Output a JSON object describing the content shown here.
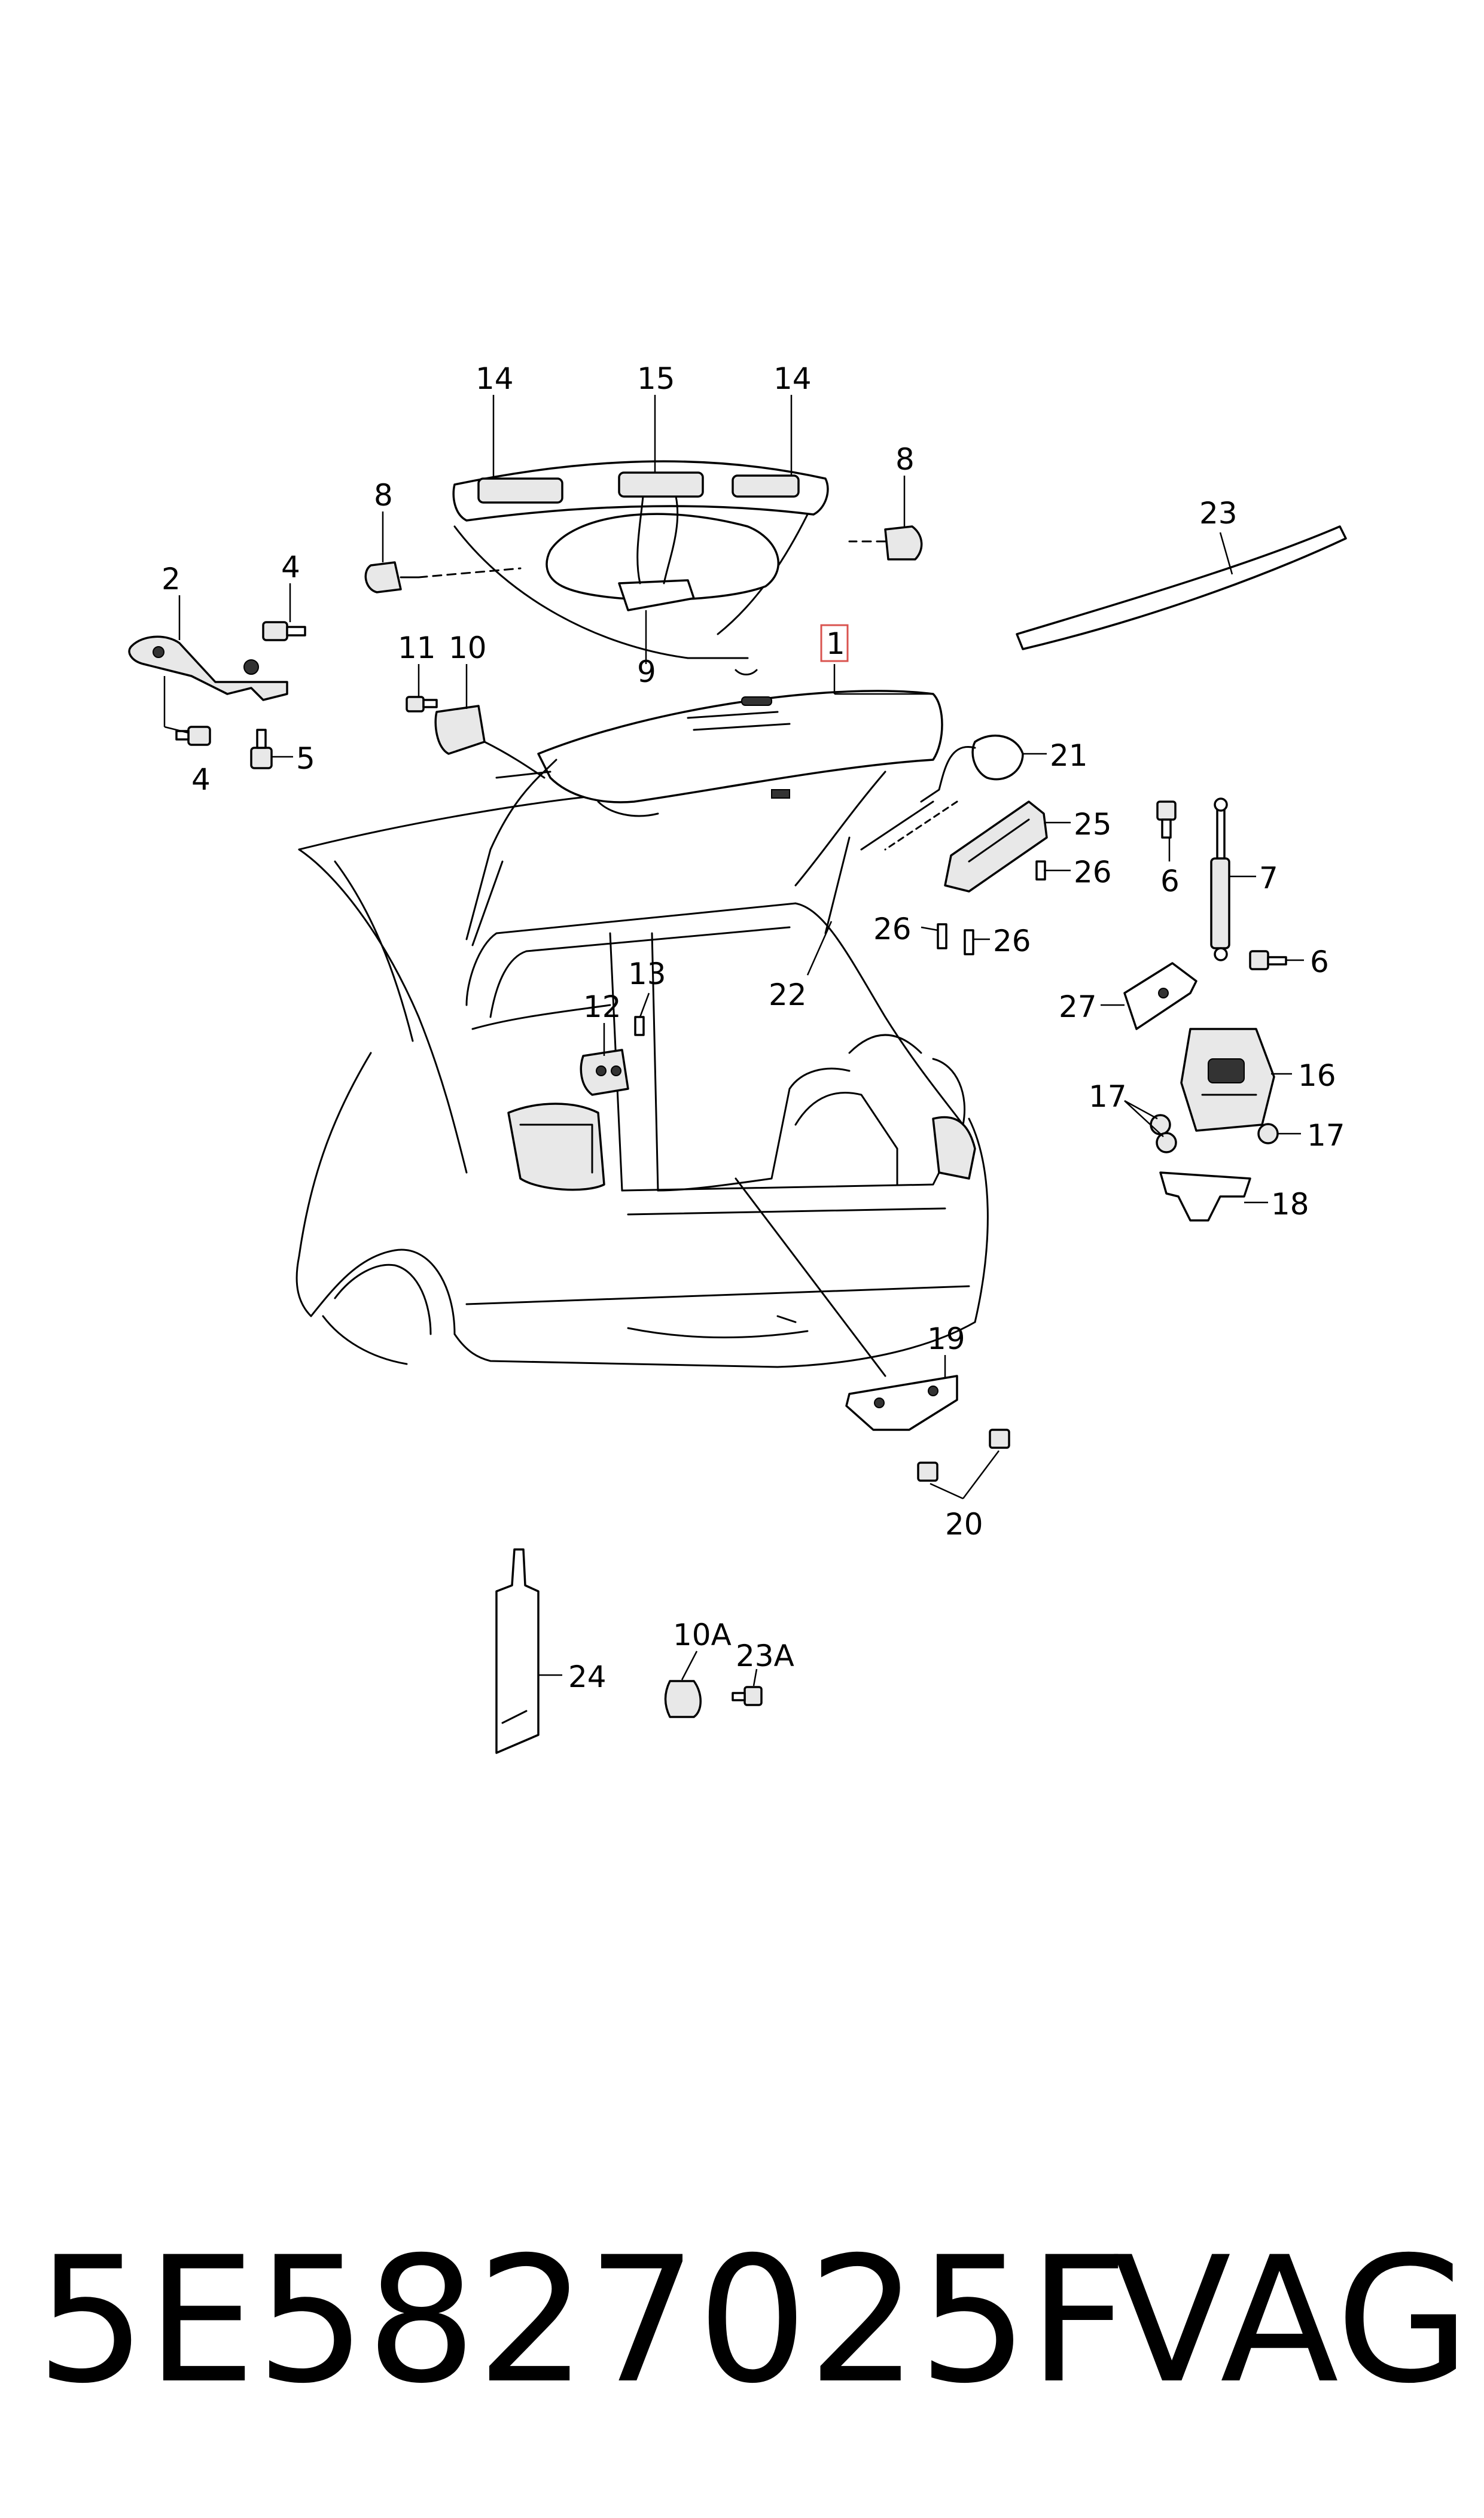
{
  "callouts": {
    "c1": "1",
    "c2": "2",
    "c4a": "4",
    "c4b": "4",
    "c5": "5",
    "c6a": "6",
    "c6b": "6",
    "c7": "7",
    "c8a": "8",
    "c8b": "8",
    "c9": "9",
    "c10": "10",
    "c10a": "10A",
    "c11": "11",
    "c12": "12",
    "c13": "13",
    "c14a": "14",
    "c14b": "14",
    "c15": "15",
    "c16": "16",
    "c17a": "17",
    "c17b": "17",
    "c18": "18",
    "c19": "19",
    "c20": "20",
    "c21": "21",
    "c22": "22",
    "c23": "23",
    "c23a": "23A",
    "c24": "24",
    "c25": "25",
    "c26a": "26",
    "c26b": "26",
    "c26c": "26",
    "c27": "27"
  },
  "highlight_color": "#d9534f",
  "footer": {
    "part_number": "5E5827025F",
    "brand": "VAG"
  }
}
